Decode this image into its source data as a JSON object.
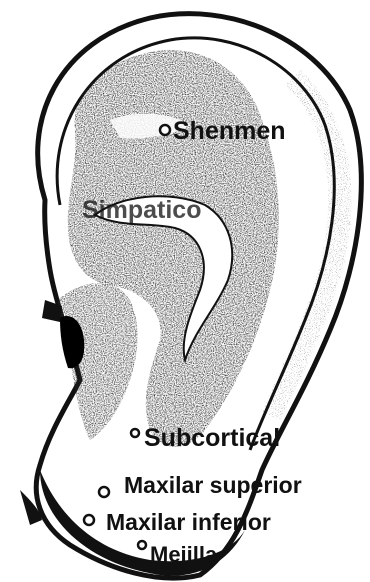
{
  "diagram": {
    "kind": "auricular acupuncture point chart (ear drawing)",
    "colors": {
      "ink": "#111111",
      "shade": "#2a2a2a",
      "paper": "#ffffff"
    },
    "labels": {
      "shenmen": "Shenmen",
      "simpatico": "Simpatico",
      "subcortical": "Subcortical",
      "maxilar_superior": "Maxilar superior",
      "maxilar_inferior": "Maxilar inferior",
      "mejilla": "Mejilla"
    }
  }
}
